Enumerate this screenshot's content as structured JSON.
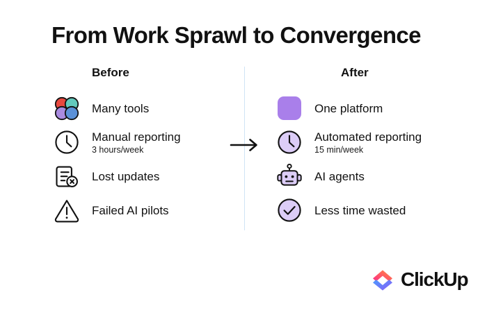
{
  "title": "From Work Sprawl to Convergence",
  "columns": {
    "before": {
      "heading": "Before",
      "items": [
        {
          "label": "Many tools",
          "sublabel": "",
          "icon": "four-circles-icon"
        },
        {
          "label": "Manual reporting",
          "sublabel": "3 hours/week",
          "icon": "clock-icon"
        },
        {
          "label": "Lost updates",
          "sublabel": "",
          "icon": "document-error-icon"
        },
        {
          "label": "Failed AI pilots",
          "sublabel": "",
          "icon": "warning-triangle-icon"
        }
      ]
    },
    "after": {
      "heading": "After",
      "items": [
        {
          "label": "One platform",
          "sublabel": "",
          "icon": "purple-square-icon"
        },
        {
          "label": "Automated reporting",
          "sublabel": "15 min/week",
          "icon": "clock-filled-icon"
        },
        {
          "label": "AI agents",
          "sublabel": "",
          "icon": "robot-icon"
        },
        {
          "label": "Less time wasted",
          "sublabel": "",
          "icon": "check-circle-icon"
        }
      ]
    }
  },
  "arrow": {
    "icon": "arrow-right-icon"
  },
  "divider": {
    "color": "#cfe3f5"
  },
  "logo": {
    "wordmark": "ClickUp",
    "mark_colors": {
      "top_start": "#ff2d87",
      "top_end": "#ff8a3d",
      "bottom_start": "#4a9bff",
      "bottom_end": "#8b5cf6"
    }
  },
  "colors": {
    "text": "#111111",
    "accent_purple": "#a97fea",
    "icon_fill_lavender": "#dccdf7",
    "tool_red": "#e8493f",
    "tool_teal": "#63c9bc",
    "tool_purple": "#a98be0",
    "tool_blue": "#5b91d8"
  }
}
